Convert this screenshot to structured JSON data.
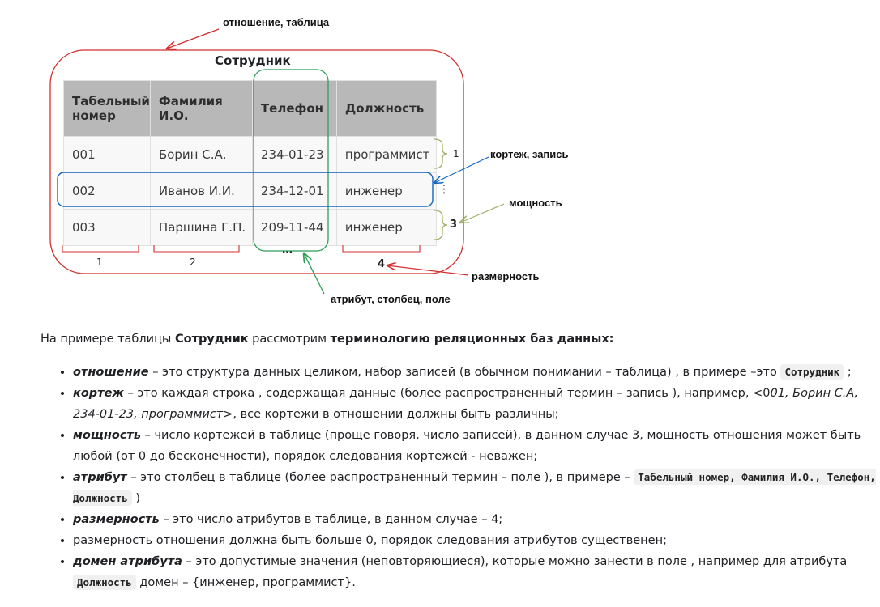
{
  "diagram": {
    "title": "Сотрудник",
    "headers": [
      "Табельный номер",
      "Фамилия И.О.",
      "Телефон",
      "Должность"
    ],
    "rows": [
      [
        "001",
        "Борин С.А.",
        "234-01-23",
        "программист"
      ],
      [
        "002",
        "Иванов И.И.",
        "234-12-01",
        "инженер"
      ],
      [
        "003",
        "Паршина Г.П.",
        "209-11-44",
        "инженер"
      ]
    ],
    "labels": {
      "relation": "отношение, таблица",
      "tuple": "кортеж, запись",
      "cardinality": "мощность",
      "dimension": "размерность",
      "attribute": "атрибут, столбец, поле"
    },
    "marks": {
      "brace_one": "1",
      "cardinality_value": "3",
      "vdots": "⋮",
      "hdots": "…",
      "col_1": "1",
      "col_2": "2",
      "dimension_value": "4"
    },
    "colors": {
      "relation": "#d32f2f",
      "tuple": "#1565c0",
      "attribute": "#2e9e5b",
      "cardinality": "#9fb06a"
    }
  },
  "text": {
    "intro": {
      "p1": "На примере таблицы ",
      "b1": "Сотрудник",
      "p2": " рассмотрим ",
      "b2": "терминологию реляционных баз данных:"
    },
    "items": [
      {
        "term": "отношение",
        "t1": "  – это структура данных целиком, набор записей (в обычном понимании – таблица) , в  примере –это ",
        "code": "Сотрудник",
        "t2": " ;"
      },
      {
        "term": "кортеж",
        "t1": " – это каждая строка , содержащая данные (более распространенный термин – запись ), например, <0",
        "ital": "01, Борин С.А, 234-01-23, программист",
        "t2": ">, все кортежи в отношении должны быть различны;"
      },
      {
        "term": "мощность",
        "t1": " – число кортежей в таблице (проще говоря, число записей), в данном случае 3, мощность отношения может быть любой (от 0 до бесконечности), порядок следования кортежей - неважен;"
      },
      {
        "term": "атрибут",
        "t1": " – это столбец в таблице (более распространенный термин – поле ), в примере – ",
        "code": "Табельный номер, Фамилия И.О., Телефон, Должность",
        "t2": " )"
      },
      {
        "term": "размерность",
        "t1": " – это число атрибутов в таблице, в данном случае – 4;"
      },
      {
        "plain": "размерность отношения должна быть больше 0, порядок следования атрибутов существенен;"
      },
      {
        "term": " домен атрибута",
        "t1": " – это допустимые значения (неповторяющиеся), которые можно занести в поле , например для атрибута ",
        "code": "Должность",
        "t2": " домен – {инженер, программист}."
      }
    ]
  }
}
